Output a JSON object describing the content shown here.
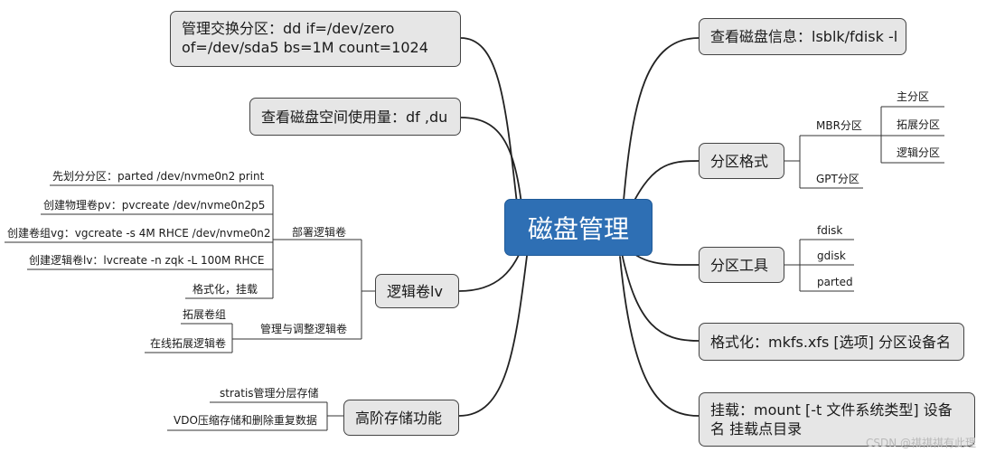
{
  "center": "磁盘管理",
  "left": {
    "swap": "管理交换分区：dd if=/dev/zero of=/dev/sda5 bs=1M count=1024",
    "df": "查看磁盘空间使用量：df ,du",
    "lv": {
      "label": "逻辑卷lv",
      "deploy": {
        "label": "部署逻辑卷",
        "items": [
          "先划分分区：parted   /dev/nvme0n2  print",
          "创建物理卷pv：pvcreate  /dev/nvme0n2p5",
          "创建卷组vg：vgcreate  -s  4M  RHCE  /dev/nvme0n2",
          "创建逻辑卷lv：lvcreate  -n  zqk  -L  100M  RHCE",
          "格式化，挂载"
        ]
      },
      "manage": {
        "label": "管理与调整逻辑卷",
        "items": [
          "拓展卷组",
          "在线拓展逻辑卷"
        ]
      }
    },
    "advanced": {
      "label": "高阶存储功能",
      "items": [
        "stratis管理分层存储",
        "VDO压缩存储和删除重复数据"
      ]
    }
  },
  "right": {
    "info": "查看磁盘信息：lsblk/fdisk -l",
    "format": {
      "label": "分区格式",
      "mbr": {
        "label": "MBR分区",
        "items": [
          "主分区",
          "拓展分区",
          "逻辑分区"
        ]
      },
      "gpt": "GPT分区"
    },
    "tools": {
      "label": "分区工具",
      "items": [
        "fdisk",
        "gdisk",
        "parted"
      ]
    },
    "mkfs": "格式化：mkfs.xfs  [选项]  分区设备名",
    "mount": "挂载：mount  [-t  文件系统类型]  设备名 挂载点目录"
  },
  "watermark": "CSDN @祺祺祺有此理"
}
